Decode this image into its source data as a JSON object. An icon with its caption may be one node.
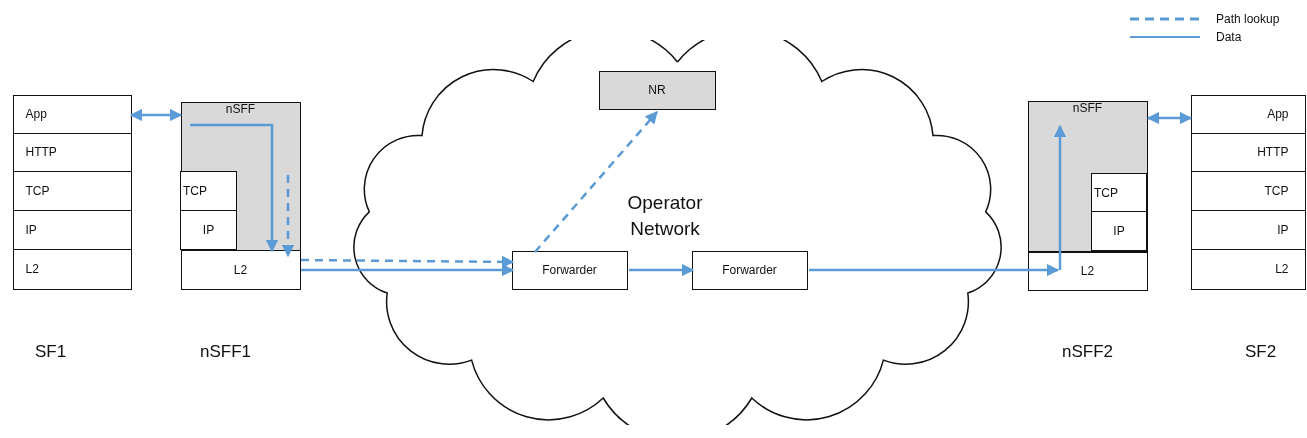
{
  "diagram": {
    "nodes": [
      {
        "text": [],
        "shape": "box",
        "beside": [
          "SF1"
        ]
      },
      {
        "text": [
          "App"
        ],
        "in": 0
      },
      {
        "text": [
          "HTTP"
        ],
        "in": 0
      },
      {
        "text": [
          "TCP"
        ],
        "in": 0
      },
      {
        "text": [
          "IP"
        ],
        "in": 0
      },
      {
        "text": [
          "L2"
        ],
        "in": 0
      },
      {
        "text": [],
        "shape": "box",
        "beside": [
          "nSFF1"
        ]
      },
      {
        "text": [
          "nSFF"
        ],
        "in": 6
      },
      {
        "text": [
          "TCP"
        ],
        "in": 7
      },
      {
        "text": [
          "IP"
        ],
        "in": 7
      },
      {
        "text": [
          "L2"
        ],
        "in": 6
      },
      {
        "text": [
          "Operator Network"
        ]
      },
      {
        "text": [
          "NR"
        ],
        "in": 11
      },
      {
        "text": [
          "Forwarder"
        ],
        "in": 11
      },
      {
        "text": [
          "Forwarder"
        ],
        "in": 11
      },
      {
        "text": [],
        "shape": "box",
        "beside": [
          "nSFF2"
        ]
      },
      {
        "text": [
          "nSFF"
        ],
        "in": 15
      },
      {
        "text": [
          "TCP"
        ],
        "in": 16
      },
      {
        "text": [
          "IP"
        ],
        "in": 16
      },
      {
        "text": [
          "L2"
        ],
        "in": 15
      },
      {
        "text": [],
        "shape": "box",
        "beside": [
          "SF2"
        ]
      },
      {
        "text": [
          "App"
        ],
        "in": 20
      },
      {
        "text": [
          "HTTP"
        ],
        "in": 20
      },
      {
        "text": [
          "TCP"
        ],
        "in": 20
      },
      {
        "text": [
          "IP"
        ],
        "in": 20
      },
      {
        "text": [
          "L2"
        ],
        "in": 20
      }
    ],
    "edges": [
      {
        "from": 1,
        "to": 7,
        "arrow": "both"
      },
      {
        "from": 7,
        "to": 10,
        "arrow": "to"
      },
      {
        "from": 10,
        "to": 13,
        "arrow": "to"
      },
      {
        "from": 13,
        "to": 14,
        "arrow": "to"
      },
      {
        "from": 14,
        "to": 19,
        "arrow": "to"
      },
      {
        "from": 19,
        "to": 16,
        "arrow": "to"
      },
      {
        "from": 16,
        "to": 21,
        "arrow": "both"
      },
      {
        "from": 7,
        "to": 10,
        "arrow": "to",
        "style": "dashed"
      },
      {
        "from": 10,
        "to": 13,
        "arrow": "to",
        "style": "dashed"
      },
      {
        "from": 13,
        "to": 12,
        "arrow": "to",
        "style": "dashed"
      }
    ],
    "legend": [
      {
        "text": "Path lookup"
      },
      {
        "text": "Data"
      }
    ]
  }
}
